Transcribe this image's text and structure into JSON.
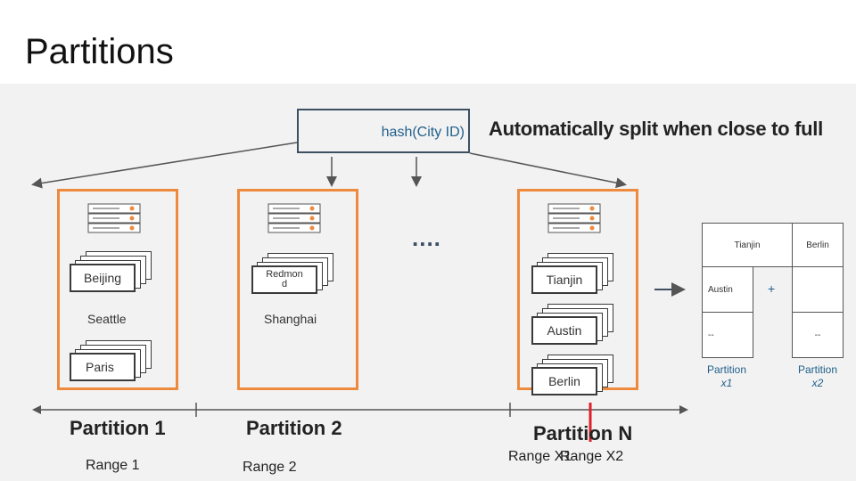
{
  "title": "Partitions",
  "hash_label": "hash(City ID)",
  "split_note": "Automatically split when close to full",
  "ellipsis": "....",
  "partitions": [
    {
      "name": "Partition 1",
      "range": "Range 1",
      "cities": [
        "Beijing",
        "Seattle",
        "Paris"
      ]
    },
    {
      "name": "Partition 2",
      "range": "Range 2",
      "cities": [
        "Redmond",
        "Shanghai"
      ]
    },
    {
      "name": "Partition N",
      "range_a": "Range X1",
      "range_b": "Range X2",
      "cities": [
        "Tianjin",
        "Austin",
        "Berlin"
      ]
    }
  ],
  "split_grid": {
    "left_column": [
      "Tianjin",
      "Austin",
      "--"
    ],
    "right_column": [
      "Berlin",
      "",
      "--"
    ],
    "plus": "+",
    "left_label": {
      "name": "Partition",
      "sub": "x1"
    },
    "right_label": {
      "name": "Partition",
      "sub": "x2"
    }
  },
  "colors": {
    "partition_border": "#ee8a3e",
    "split_marker": "#e0202a",
    "line": "#555555",
    "accent_text": "#1f5f8b"
  }
}
